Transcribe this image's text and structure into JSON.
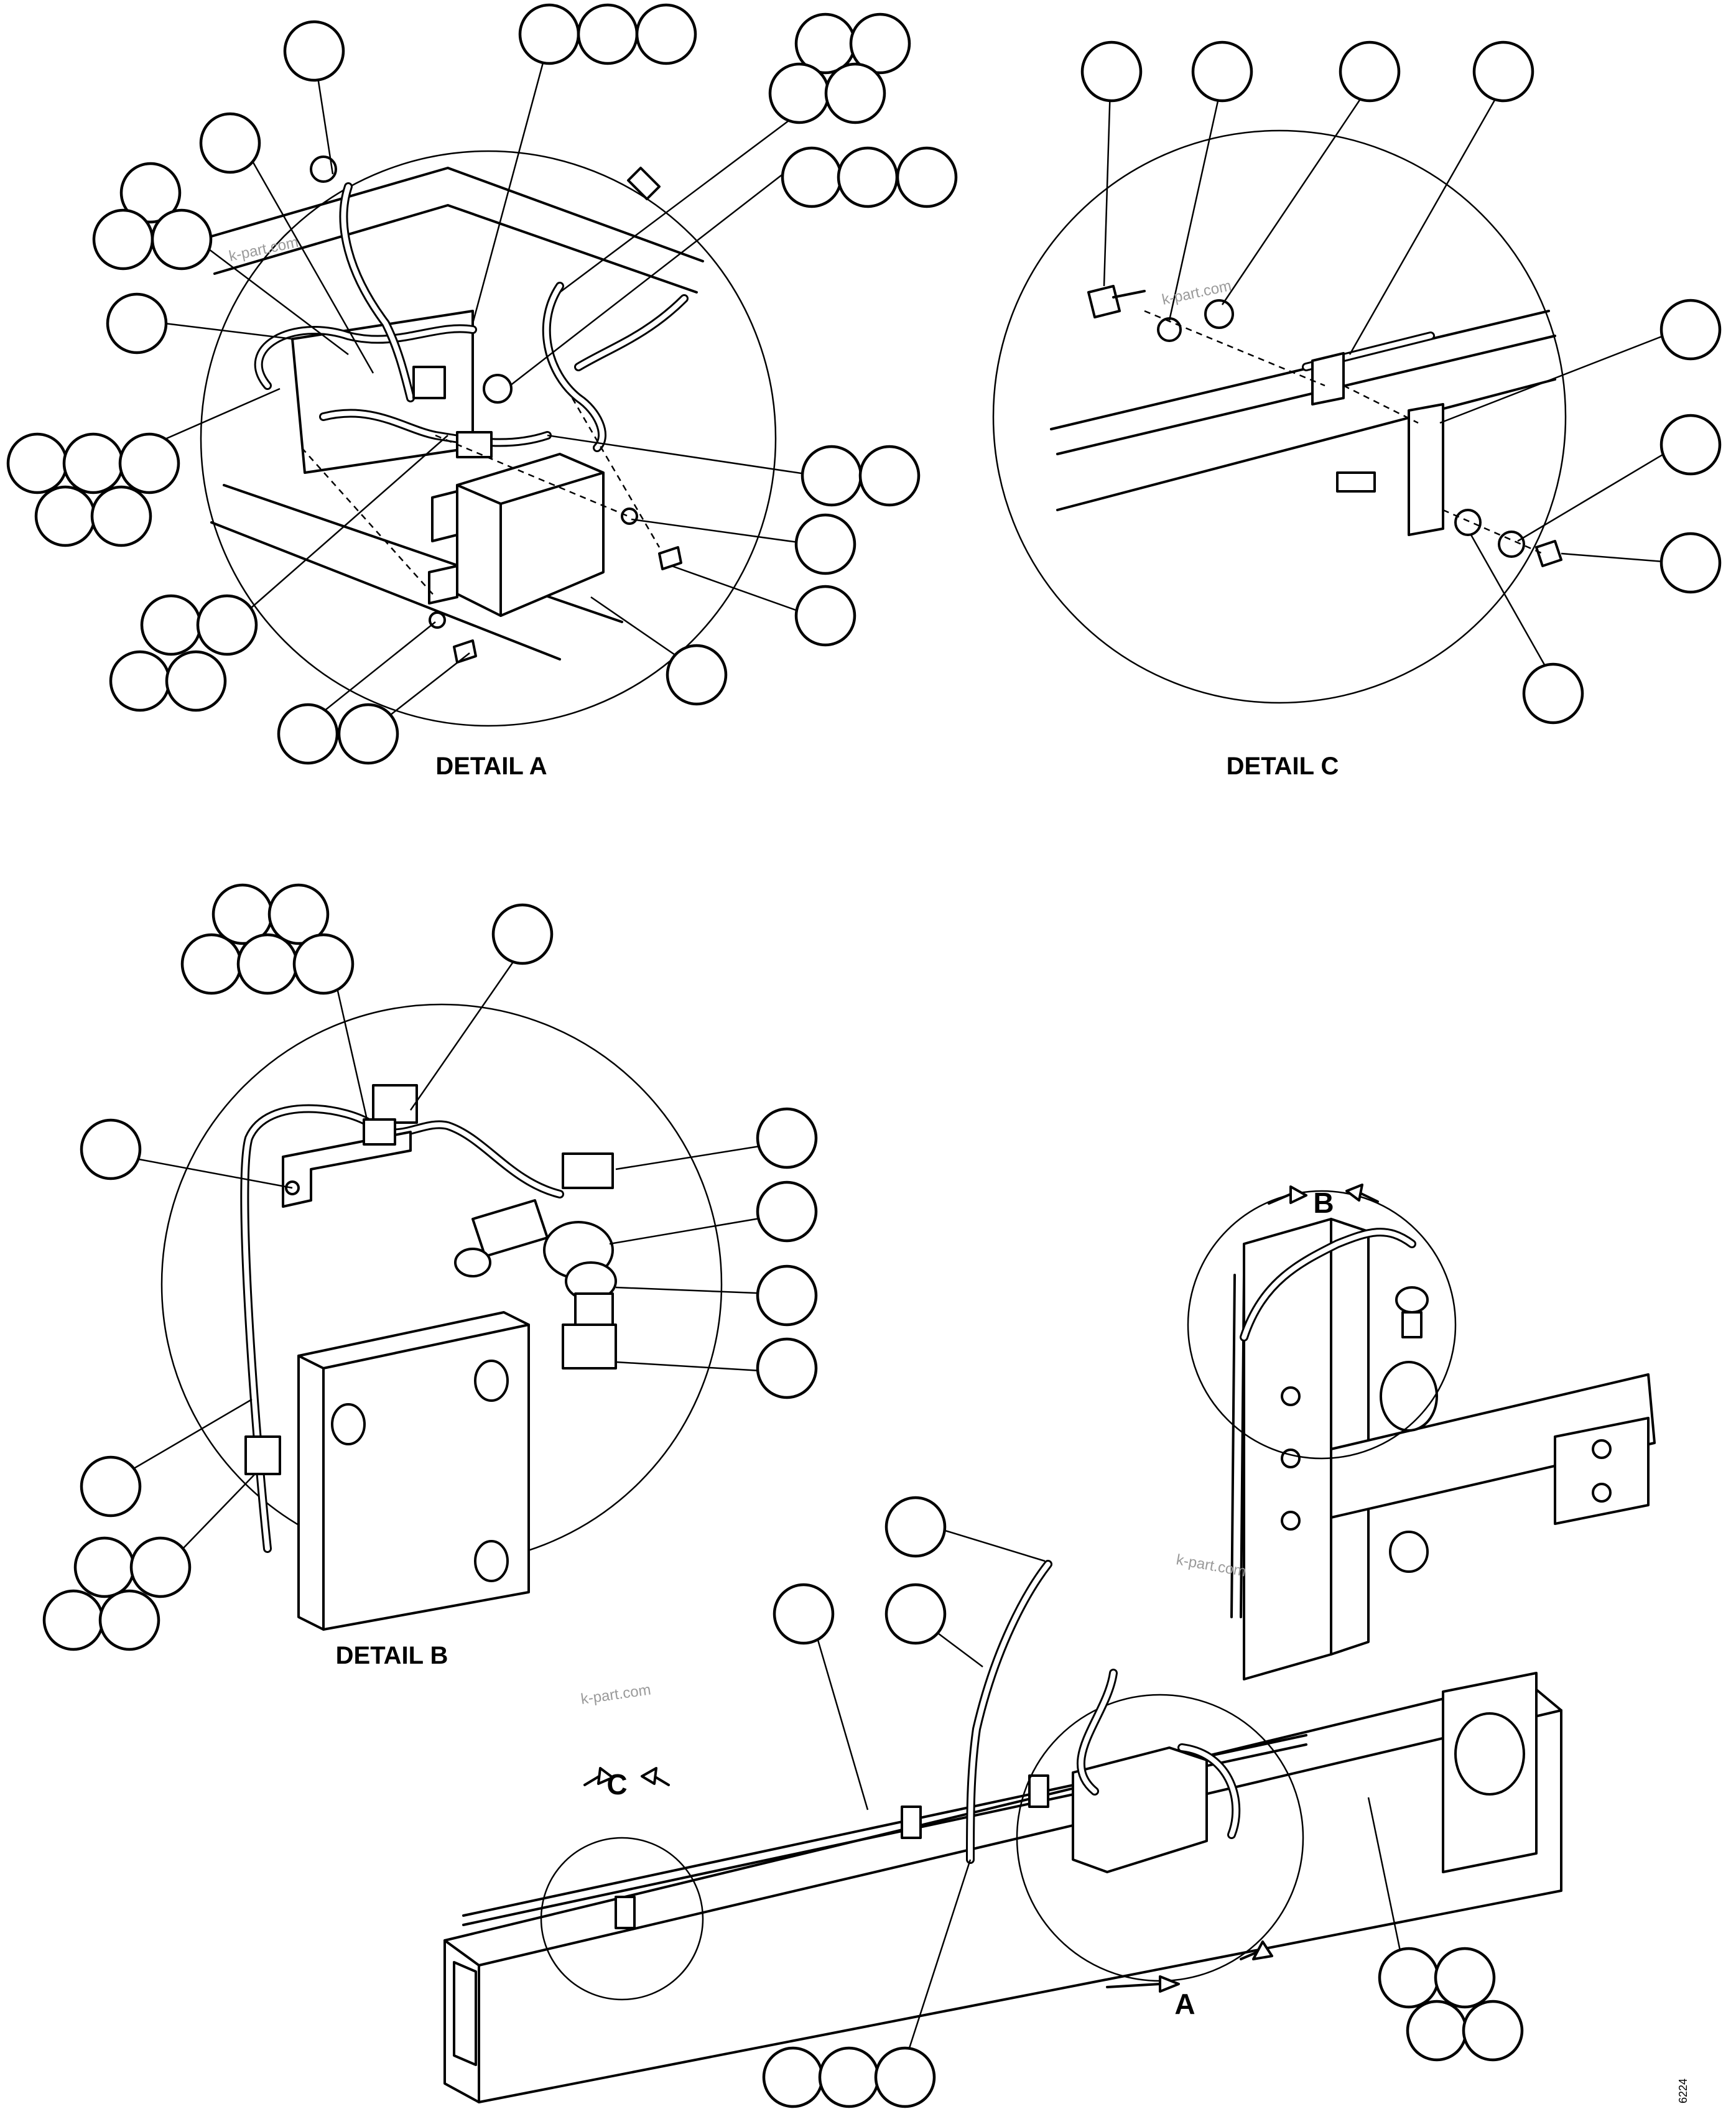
{
  "details": {
    "a_title": "DETAIL A",
    "b_title": "DETAIL B",
    "c_title": "DETAIL C"
  },
  "view_markers": {
    "a": "A",
    "b": "B",
    "c": "C"
  },
  "watermark": "k-part.com",
  "drawing_number": "6224"
}
